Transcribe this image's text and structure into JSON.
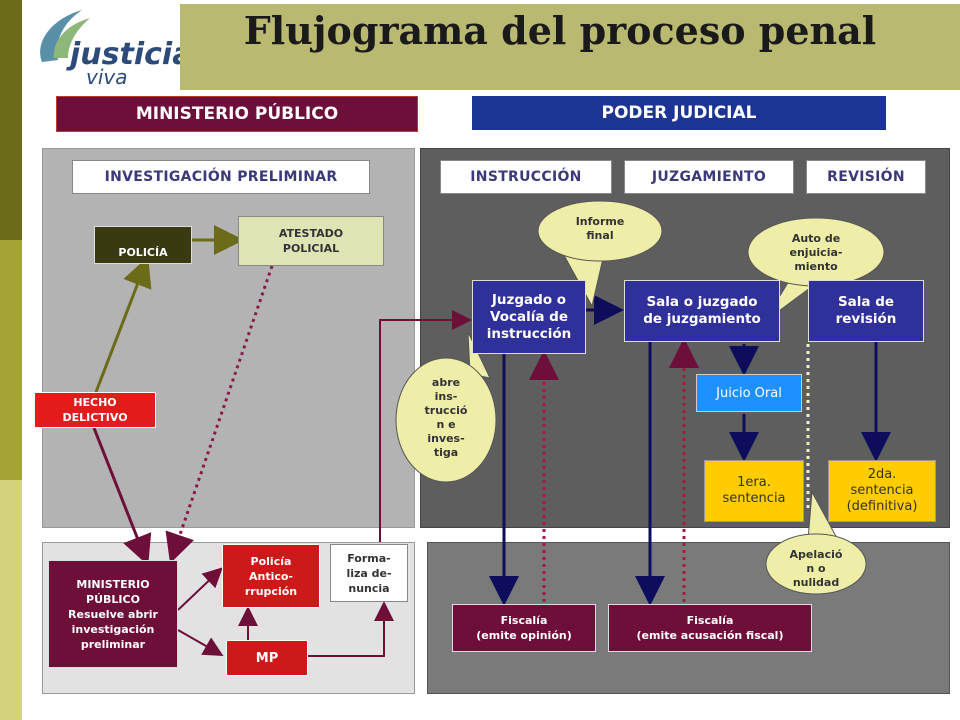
{
  "title": "Flujograma del proceso penal",
  "logo": {
    "line1": "justicia",
    "line2": "viva"
  },
  "headers": {
    "ministerio": "MINISTERIO PÚBLICO",
    "poder": "PODER JUDICIAL"
  },
  "phases": {
    "investigacion": "INVESTIGACIÓN PRELIMINAR",
    "instruccion": "INSTRUCCIÓN",
    "juzgamiento": "JUZGAMIENTO",
    "revision": "REVISIÓN"
  },
  "boxes": {
    "policia": "POLICÍA",
    "atestado": "ATESTADO\nPOLICIAL",
    "hecho": "HECHO\nDELICTIVO",
    "ministerio_publico": "MINISTERIO\nPÚBLICO\nResuelve abrir\ninvestigación\npreliminar",
    "policia_anticorrupcion": "Policía\nAntico-\nrrupción",
    "formaliza": "Forma-\nliza de-\nnuncia",
    "mp": "MP",
    "juzgado": "Juzgado o\nVocalía de\ninstrucción",
    "sala_juzgamiento": "Sala o juzgado\nde juzgamiento",
    "sala_revision": "Sala de\nrevisión",
    "juicio_oral": "Juicio Oral",
    "primera_sentencia": "1era.\nsentencia",
    "segunda_sentencia": "2da.\nsentencia\n(definitiva)",
    "fiscalia_opinion": "Fiscalía\n(emite opinión)",
    "fiscalia_acusacion": "Fiscalía\n(emite acusación fiscal)"
  },
  "bubbles": {
    "informe": "Informe\nfinal",
    "auto": "Auto de\nenjuicia-\nmiento",
    "abre": "abre\nins-\ntrucció\nn e\ninves-\ntiga",
    "apelacion": "Apelació\nn o\nnulidad"
  },
  "colors": {
    "olive": "#b9b971",
    "ministerio": "#6e0f3a",
    "poder": "#1c3594",
    "blue_box": "#30309a",
    "bubble": "#eeeea8",
    "yellow_box": "#ffcc00"
  }
}
